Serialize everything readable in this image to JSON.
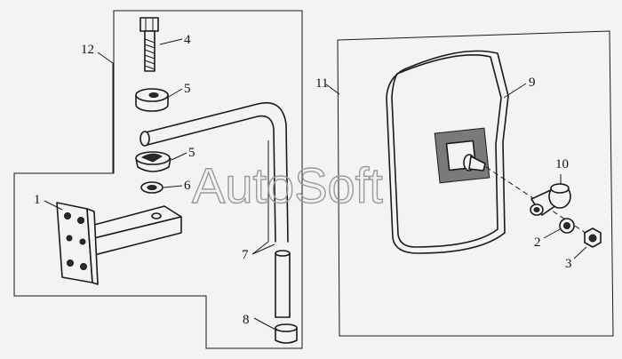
{
  "watermark": "AutoSoft",
  "callouts": {
    "c1": "1",
    "c2": "2",
    "c3": "3",
    "c4": "4",
    "c5a": "5",
    "c5b": "5",
    "c6": "6",
    "c7": "7",
    "c8": "8",
    "c9": "9",
    "c10": "10",
    "c11": "11",
    "c12": "12"
  }
}
